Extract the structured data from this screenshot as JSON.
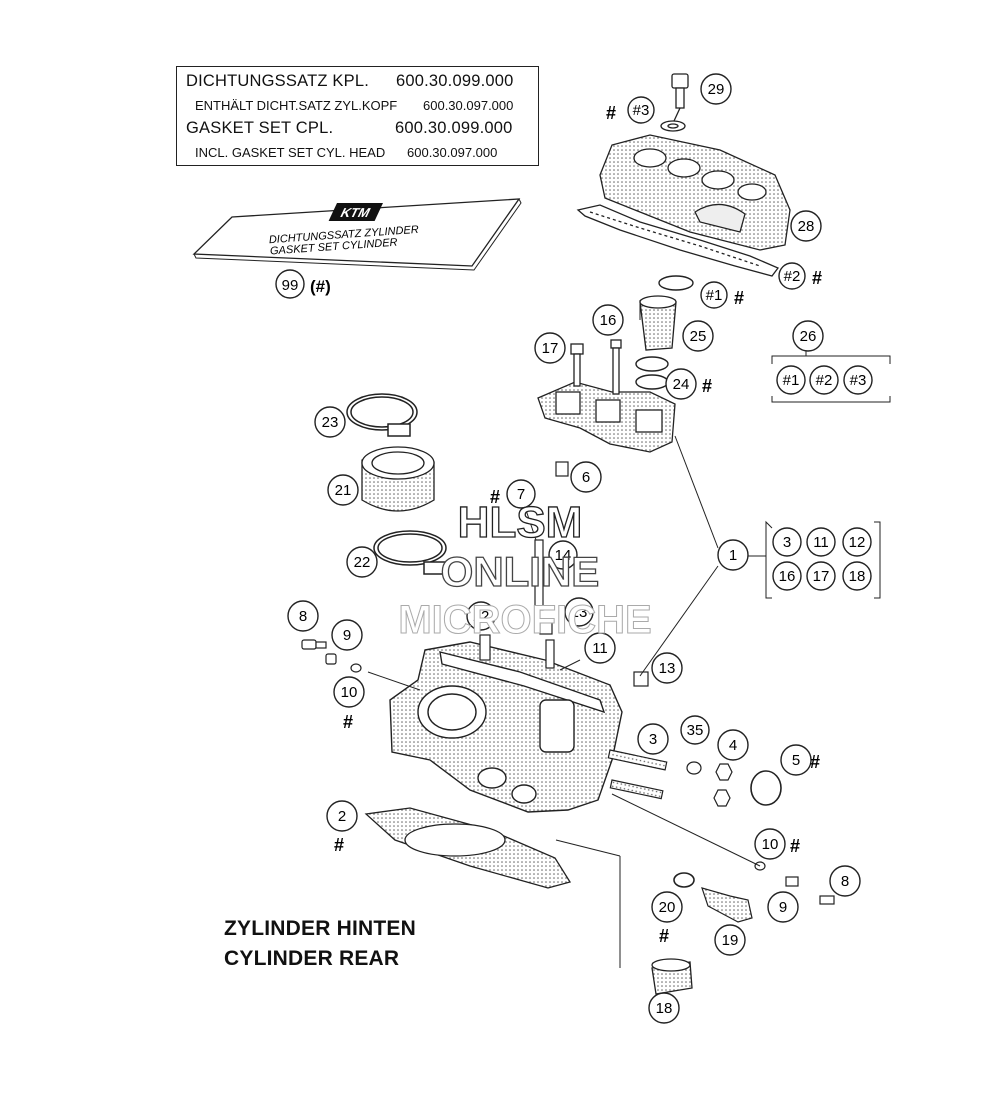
{
  "gasket_info": {
    "line1_name": "DICHTUNGSSATZ KPL.",
    "line1_number": "600.30.099.000",
    "line2_name": "ENTHÄLT DICHT.SATZ ZYL.KOPF",
    "line2_number": "600.30.097.000",
    "line3_name": "GASKET SET CPL.",
    "line3_number": "600.30.099.000",
    "line4_name": "INCL. GASKET SET CYL. HEAD",
    "line4_number": "600.30.097.000"
  },
  "gasket_packet": {
    "line1": "DICHTUNGSSATZ ZYLINDER",
    "line2": "GASKET SET CYLINDER",
    "callout": "99",
    "callout_note": "(#)"
  },
  "caption": {
    "line1": "ZYLINDER HINTEN",
    "line2": "CYLINDER REAR"
  },
  "watermark": {
    "line1": "HLSM",
    "line2": "ONLINE",
    "line3": "MICROFICHE"
  },
  "hash_symbol": "#",
  "callouts": [
    {
      "id": "c29",
      "label": "29"
    },
    {
      "id": "c28",
      "label": "28"
    },
    {
      "id": "c3a",
      "label": "#3"
    },
    {
      "id": "c2a",
      "label": "#2"
    },
    {
      "id": "c1a",
      "label": "#1"
    },
    {
      "id": "c16a",
      "label": "16"
    },
    {
      "id": "c17a",
      "label": "17"
    },
    {
      "id": "c25",
      "label": "25"
    },
    {
      "id": "c24",
      "label": "24"
    },
    {
      "id": "c26",
      "label": "26"
    },
    {
      "id": "c26_1",
      "label": "#1"
    },
    {
      "id": "c26_2",
      "label": "#2"
    },
    {
      "id": "c26_3",
      "label": "#3"
    },
    {
      "id": "c23",
      "label": "23"
    },
    {
      "id": "c21",
      "label": "21"
    },
    {
      "id": "c22",
      "label": "22"
    },
    {
      "id": "c6",
      "label": "6"
    },
    {
      "id": "c7",
      "label": "7"
    },
    {
      "id": "c14",
      "label": "14"
    },
    {
      "id": "c1",
      "label": "1"
    },
    {
      "id": "g3",
      "label": "3"
    },
    {
      "id": "g11",
      "label": "11"
    },
    {
      "id": "g12",
      "label": "12"
    },
    {
      "id": "g16",
      "label": "16"
    },
    {
      "id": "g17",
      "label": "17"
    },
    {
      "id": "g18",
      "label": "18"
    },
    {
      "id": "c8a",
      "label": "8"
    },
    {
      "id": "c9a",
      "label": "9"
    },
    {
      "id": "c10a",
      "label": "10"
    },
    {
      "id": "c12",
      "label": "12"
    },
    {
      "id": "c13a",
      "label": "13"
    },
    {
      "id": "c11",
      "label": "11"
    },
    {
      "id": "c13b",
      "label": "13"
    },
    {
      "id": "c3",
      "label": "3"
    },
    {
      "id": "c35",
      "label": "35"
    },
    {
      "id": "c4",
      "label": "4"
    },
    {
      "id": "c5",
      "label": "5"
    },
    {
      "id": "c2",
      "label": "2"
    },
    {
      "id": "c10b",
      "label": "10"
    },
    {
      "id": "c8b",
      "label": "8"
    },
    {
      "id": "c9b",
      "label": "9"
    },
    {
      "id": "c20",
      "label": "20"
    },
    {
      "id": "c19",
      "label": "19"
    },
    {
      "id": "c18",
      "label": "18"
    }
  ]
}
